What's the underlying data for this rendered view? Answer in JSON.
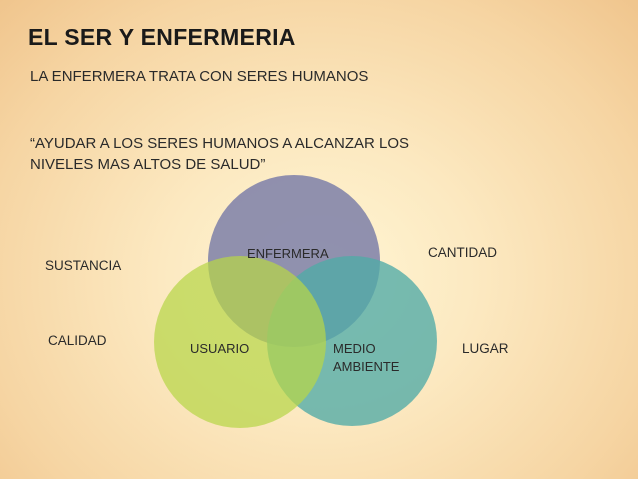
{
  "slide": {
    "title": "EL SER Y ENFERMERIA",
    "subtitle": "LA ENFERMERA TRATA CON SERES HUMANOS",
    "quote_line1": "“AYUDAR A LOS SERES HUMANOS A ALCANZAR LOS",
    "quote_line2": "NIVELES MAS ALTOS DE SALUD”"
  },
  "diagram": {
    "circles": {
      "enfermera": {
        "label": "ENFERMERA",
        "color": "#7d7fa8"
      },
      "usuario": {
        "label": "USUARIO",
        "color": "#b7d548"
      },
      "medio_ambiente": {
        "label_line1": "MEDIO",
        "label_line2": "AMBIENTE",
        "color": "#50aba7"
      }
    },
    "side_labels": {
      "sustancia": "SUSTANCIA",
      "cantidad": "CANTIDAD",
      "calidad": "CALIDAD",
      "lugar": "LUGAR"
    }
  }
}
